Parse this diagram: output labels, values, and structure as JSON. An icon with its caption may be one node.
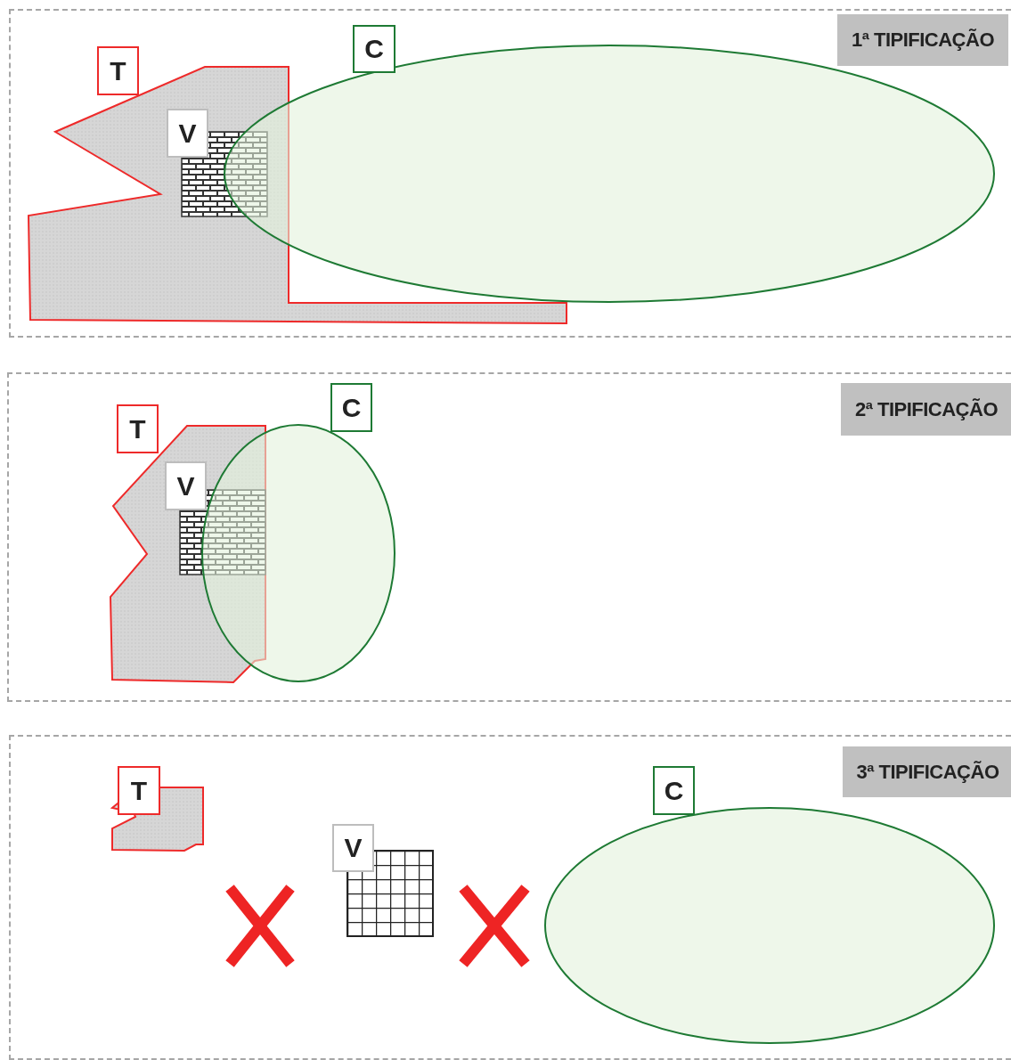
{
  "diagram": {
    "nodes": [
      {
        "text": [
          "1ª TIPIFICAÇÃO"
        ]
      },
      {
        "text": [
          "T"
        ],
        "in": 0
      },
      {
        "text": [
          "V"
        ],
        "in": 1
      },
      {
        "text": [
          "C"
        ],
        "in": 0
      },
      {
        "text": [
          "2ª TIPIFICAÇÃO"
        ]
      },
      {
        "text": [
          "T"
        ],
        "in": 4
      },
      {
        "text": [
          "V"
        ],
        "in": 5
      },
      {
        "text": [
          "C"
        ],
        "in": 4
      },
      {
        "text": [
          "3ª TIPIFICAÇÃO"
        ]
      },
      {
        "text": [
          "T"
        ],
        "in": 8
      },
      {
        "text": [
          "V"
        ],
        "in": 8
      },
      {
        "text": [
          "C"
        ],
        "in": 8
      }
    ]
  }
}
